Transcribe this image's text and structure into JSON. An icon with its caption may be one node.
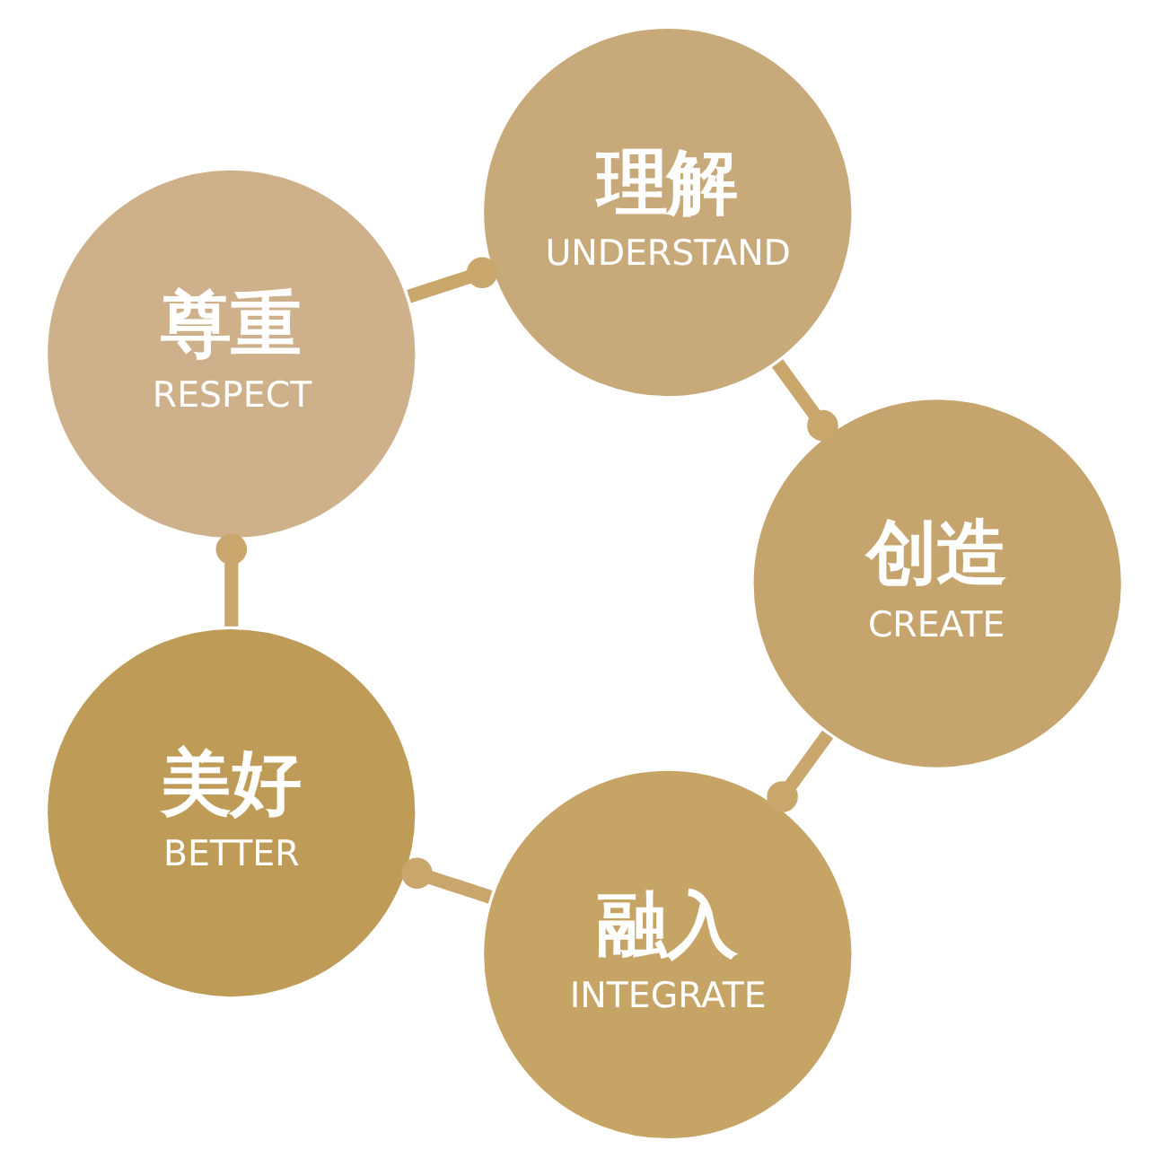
{
  "diagram": {
    "nodes": [
      {
        "text": [
          "理解",
          "UNDERSTAND"
        ]
      },
      {
        "text": [
          "尊重",
          "RESPECT"
        ]
      },
      {
        "text": [
          "创造",
          "CREATE"
        ]
      },
      {
        "text": [
          "美好",
          "BETTER"
        ]
      },
      {
        "text": [
          "融入",
          "INTEGRATE"
        ]
      }
    ],
    "edges": [
      {
        "from": 1,
        "to": 0,
        "arrow": "other"
      },
      {
        "from": 0,
        "to": 2,
        "arrow": "other"
      },
      {
        "from": 2,
        "to": 4,
        "arrow": "other"
      },
      {
        "from": 4,
        "to": 3,
        "arrow": "other"
      },
      {
        "from": 3,
        "to": 1,
        "arrow": "other"
      }
    ]
  }
}
